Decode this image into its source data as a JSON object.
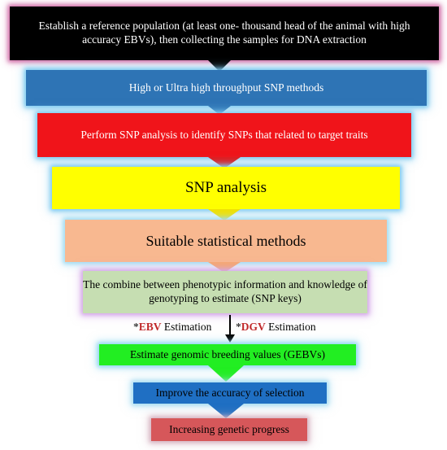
{
  "steps": [
    "Establish a reference population (at least one- thousand head of the animal with high accuracy EBVs), then collecting the samples for DNA extraction",
    "High or Ultra high throughput SNP methods",
    "Perform SNP analysis to identify SNPs that related to target traits",
    "SNP analysis",
    "Suitable statistical methods",
    "The combine between phenotypic information and knowledge of genotyping to estimate (SNP keys)",
    "Estimate genomic breeding values (GEBVs)",
    "Improve the accuracy of selection",
    "Increasing genetic progress"
  ],
  "estimation": {
    "left": {
      "prefix": "*",
      "key": "EBV",
      "suffix": " Estimation"
    },
    "right": {
      "prefix": "*",
      "key": "DGV",
      "suffix": " Estimation"
    }
  },
  "colors": {
    "step1": "#000000",
    "step2": "#2e74b5",
    "step3": "#f0141a",
    "step4": "#ffff00",
    "step5": "#f8b890",
    "step6": "#c6deb2",
    "step7": "#22ee22",
    "step8": "#1f6fc3",
    "step9": "#d6575a",
    "key_text": "#c0282a"
  }
}
